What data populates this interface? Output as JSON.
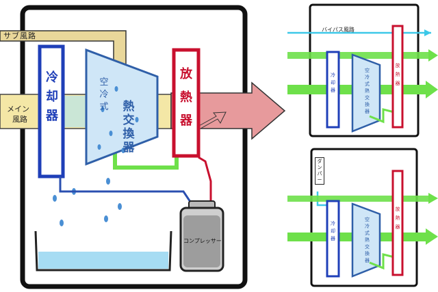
{
  "main": {
    "sub_duct_label": "サブ風路",
    "main_duct_label_1": "メイン",
    "main_duct_label_2": "風路",
    "cooler_chars": [
      "冷",
      "却",
      "器"
    ],
    "hx_line1_chars": [
      "空",
      "冷",
      "式"
    ],
    "hx_line2_chars": [
      "熱",
      "交",
      "換",
      "器"
    ],
    "radiator_chars": [
      "放",
      "熱",
      "器"
    ],
    "compressor_label": "コンプレッサー"
  },
  "top_right": {
    "bypass_label": "バイパス風路",
    "cooler_chars": [
      "冷",
      "却",
      "器"
    ],
    "hx_chars": [
      "空",
      "冷",
      "式",
      "熱",
      "交",
      "換",
      "器"
    ],
    "radiator_chars": [
      "放",
      "熱",
      "器"
    ]
  },
  "bottom_right": {
    "damper_label": "ダンパー",
    "cooler_chars": [
      "冷",
      "却",
      "器"
    ],
    "hx_chars": [
      "空",
      "冷",
      "式",
      "熱",
      "交",
      "換",
      "器"
    ],
    "radiator_chars": [
      "放",
      "熱",
      "器"
    ]
  },
  "colors": {
    "cooler_blue": "#1f3fb8",
    "radiator_red": "#c8102e",
    "hx_blue": "#6fa4dc",
    "main_air": "#f4e7a6",
    "hot_air": "#e79a9c",
    "cool_air_green": "#6ee04a",
    "bypass_cyan": "#3cc8e8",
    "water": "#a6dcf3"
  }
}
